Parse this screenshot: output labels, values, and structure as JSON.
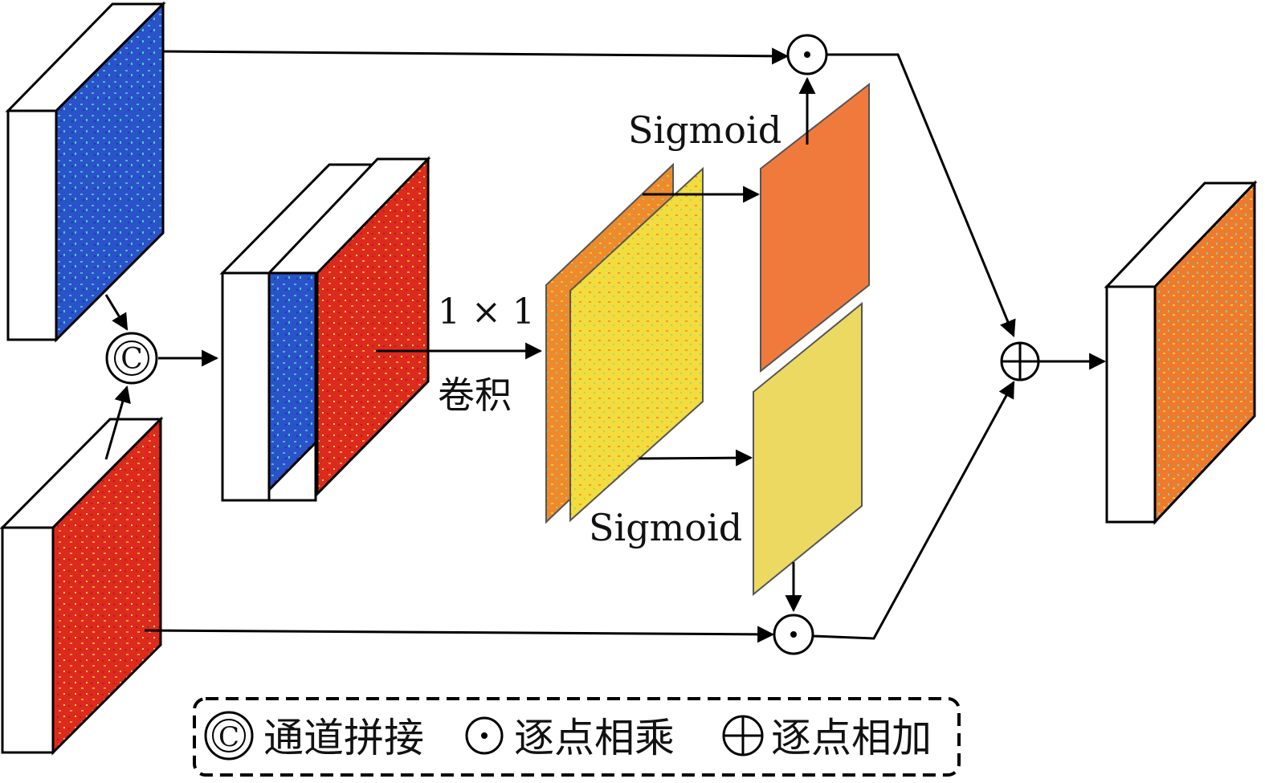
{
  "labels": {
    "conv_size": "1 × 1",
    "conv_text": "卷积",
    "sigmoid_top": "Sigmoid",
    "sigmoid_bottom": "Sigmoid",
    "concat_symbol": "C",
    "mul_symbol": "⊙",
    "add_symbol": "⊕"
  },
  "legend": {
    "concat": "通道拼接",
    "mul": "逐点相乘",
    "add": "逐点相加"
  },
  "colors": {
    "blue_map": "#2a52c9",
    "red_map": "#dd2a1e",
    "orange_map": "#f07a3c",
    "yellow_map": "#ecd962",
    "output_map": "#ee7a2e"
  }
}
